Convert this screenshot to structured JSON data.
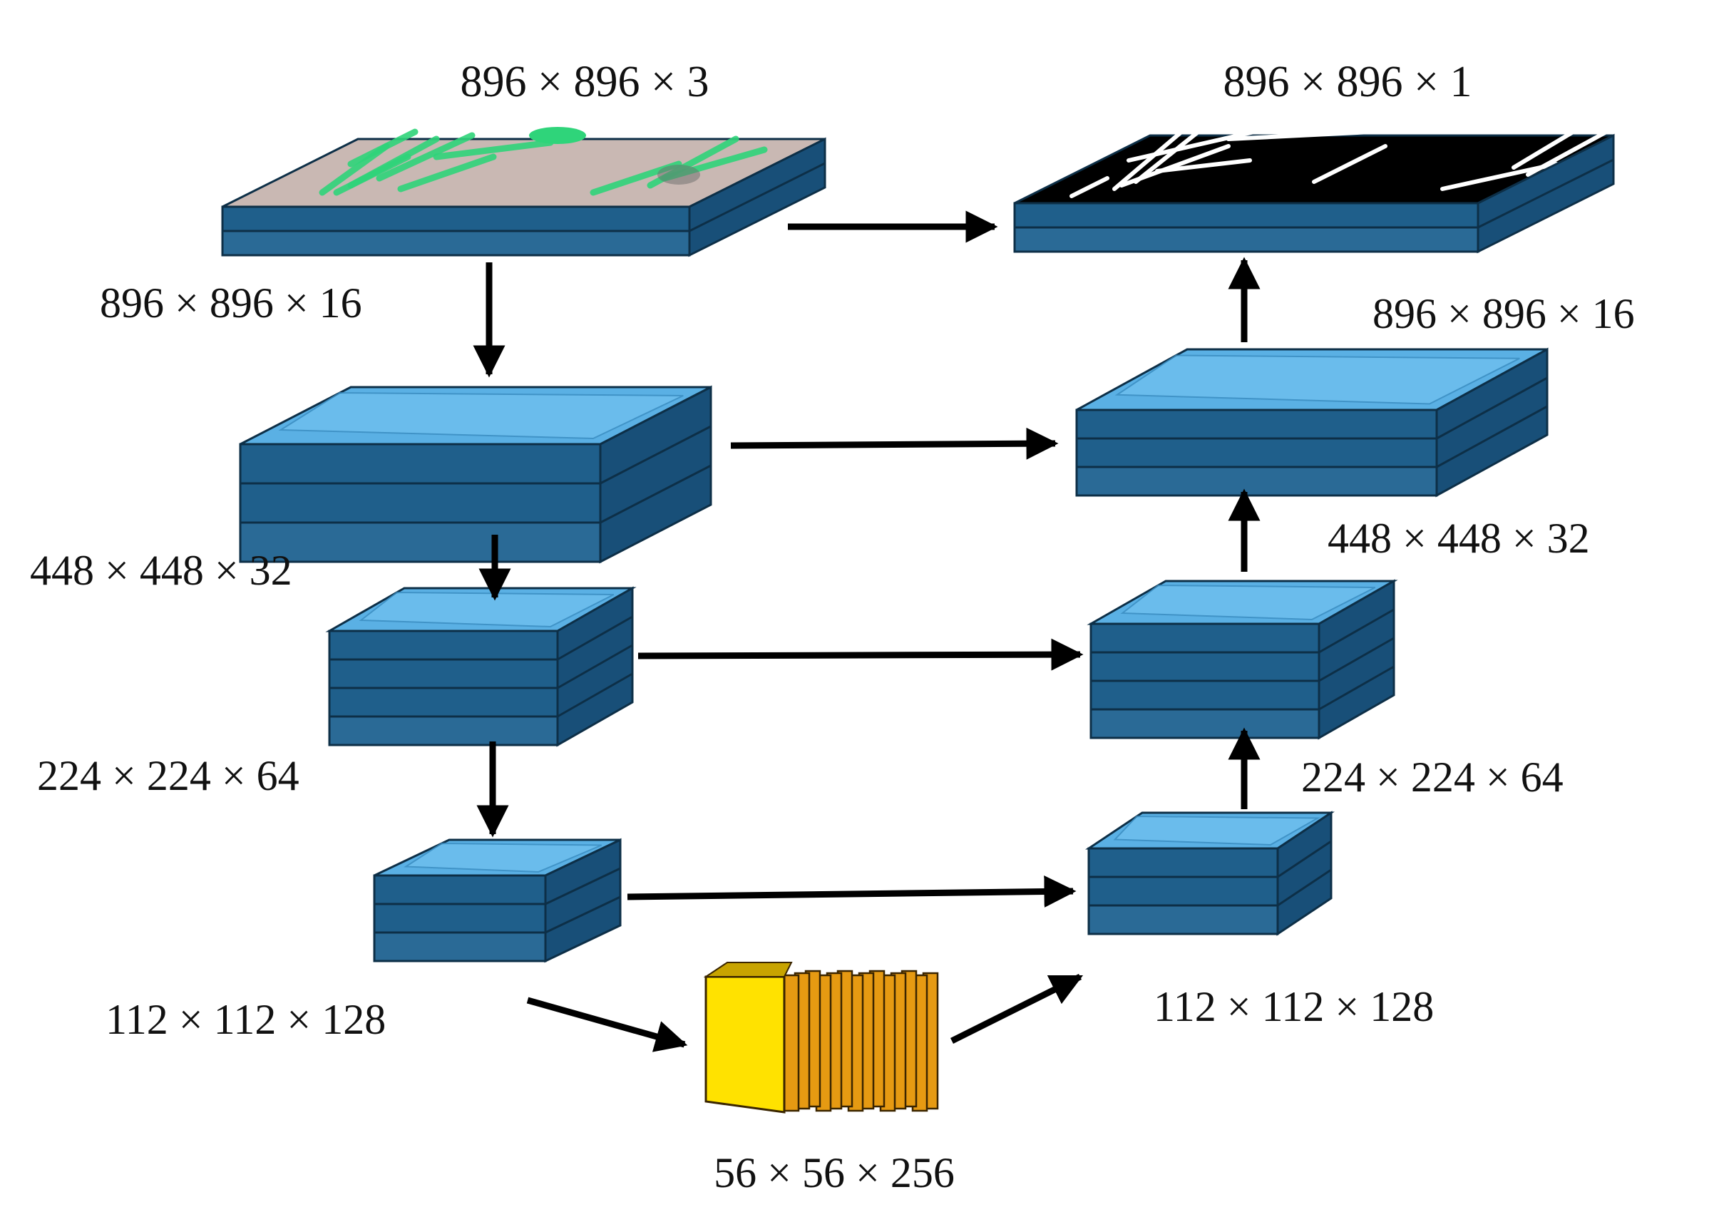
{
  "labels": {
    "input_top": "896 × 896 × 3",
    "output_top": "896  × 896  × 1",
    "enc1": "896  ×  896  ×  16",
    "dec1": "896  ×  896  ×  16",
    "enc2": "448  ×  448  ×  32",
    "dec2": "448  ×  448  ×  32",
    "enc3": "224  ×  224  ×  64",
    "dec3": "224  ×  224  ×  64",
    "enc4": "112  ×  112  ×  128",
    "dec4": "112  ×  112  ×  128",
    "bottleneck": "56  ×  56  ×  256"
  },
  "colors": {
    "block_face": "#1f5f8b",
    "block_top": "#5ab0e4",
    "image_top": "#c9b8b3",
    "plant_green": "#2fd47a",
    "mask_black": "#000000",
    "bottleneck_front": "#ffe200",
    "bottleneck_slices": "#e69a12",
    "arrow": "#000000"
  }
}
